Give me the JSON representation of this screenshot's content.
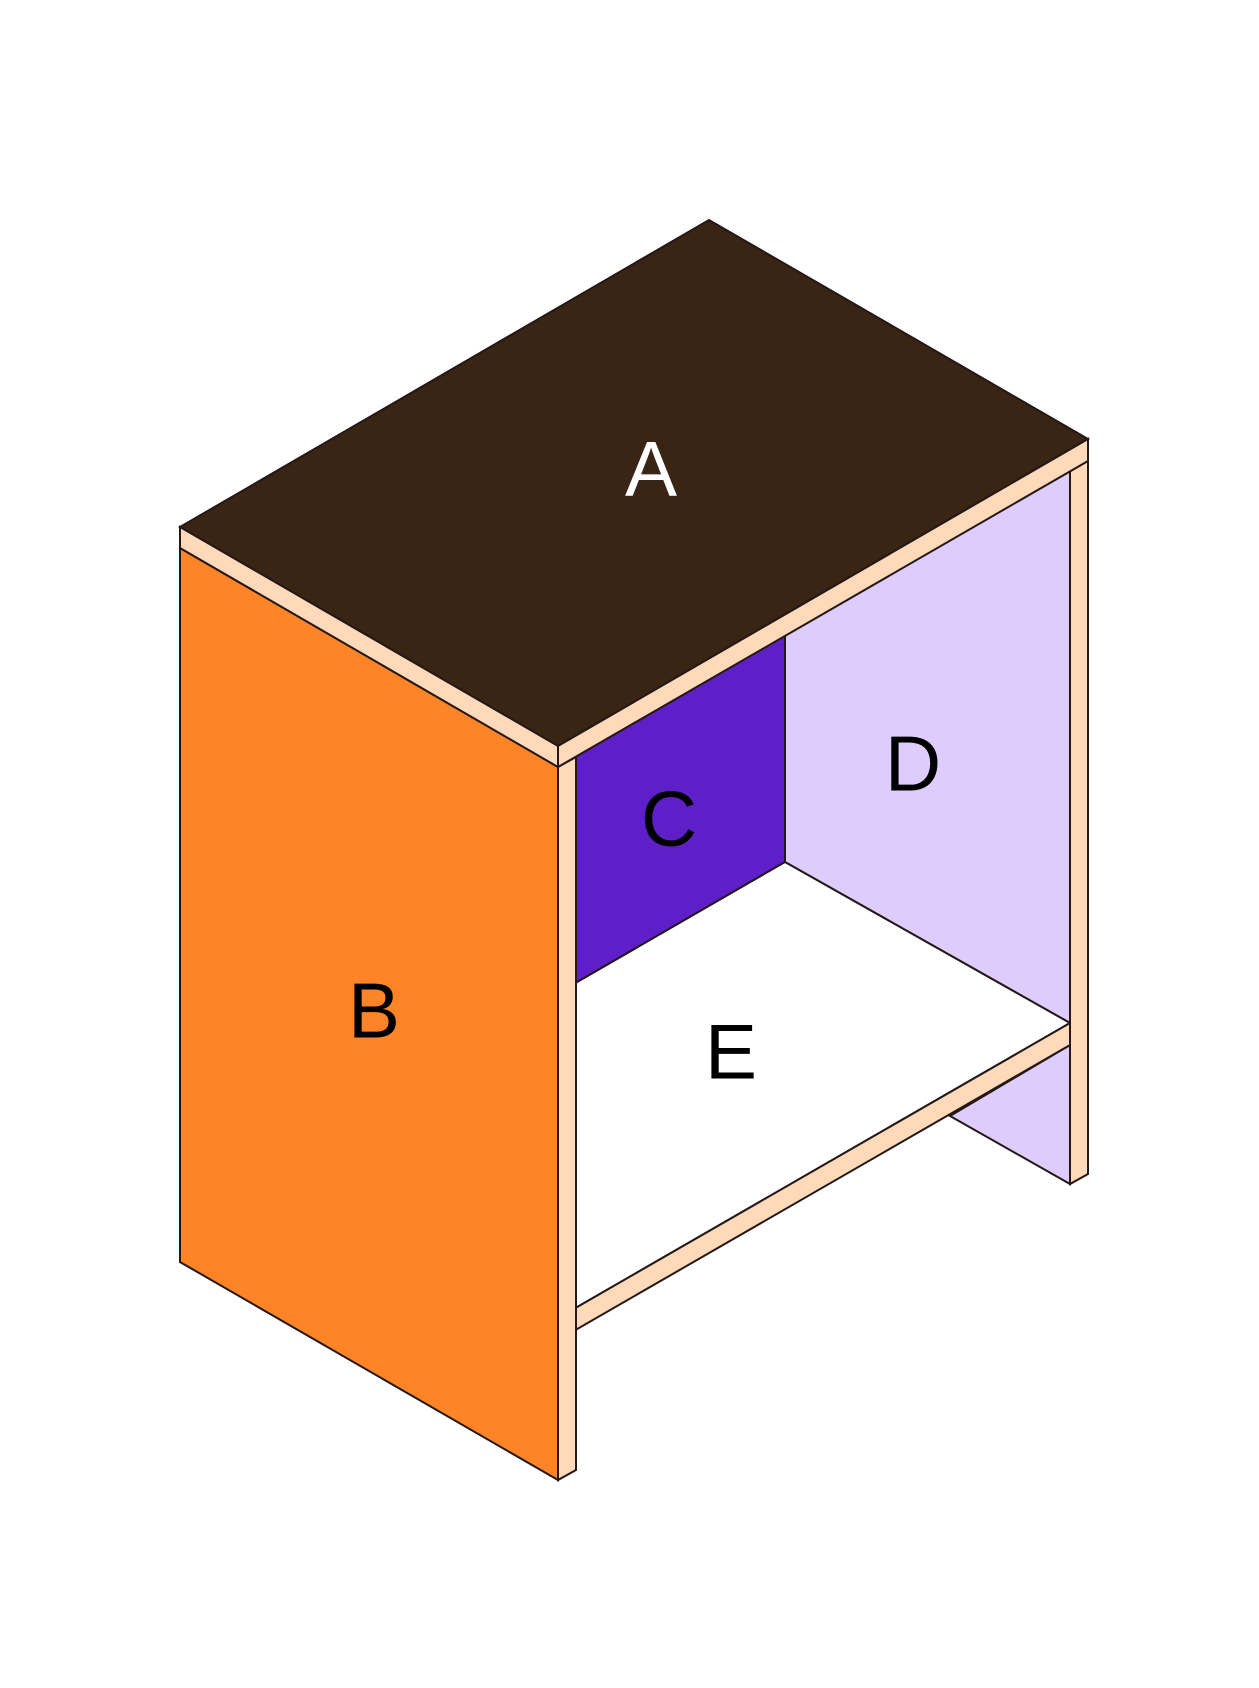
{
  "colors": {
    "top_panel": "#3A2414",
    "left_side_panel": "#FF8427",
    "back_left_panel": "#5F1FC8",
    "back_right_panel": "#DECCFC",
    "bottom_shelf": "#FFFFFF",
    "panel_edge": "#FFDABA",
    "outline": "#231815",
    "label_on_dark": "#FFFFFF",
    "label_on_light": "#000000"
  },
  "labels": {
    "top": "A",
    "side": "B",
    "back_left": "C",
    "back_right": "D",
    "shelf": "E"
  }
}
